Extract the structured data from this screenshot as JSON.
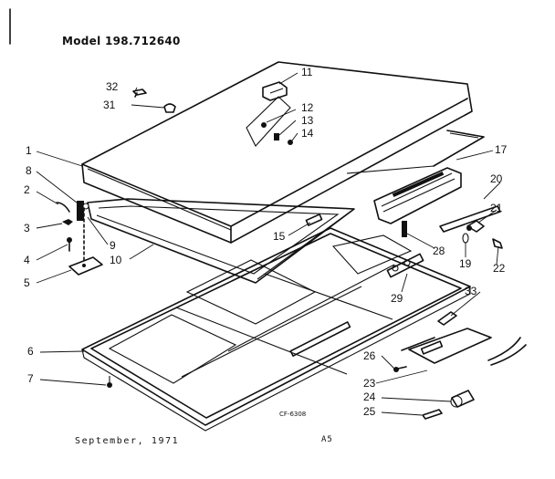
{
  "header": {
    "model": "Model 198.712640"
  },
  "footer": {
    "date": "September, 1971",
    "page": "A5",
    "code": "CF-6308"
  },
  "callouts": [
    {
      "number": "1"
    },
    {
      "number": "2"
    },
    {
      "number": "3"
    },
    {
      "number": "4"
    },
    {
      "number": "5"
    },
    {
      "number": "6"
    },
    {
      "number": "7"
    },
    {
      "number": "8"
    },
    {
      "number": "9"
    },
    {
      "number": "10"
    },
    {
      "number": "11"
    },
    {
      "number": "12"
    },
    {
      "number": "13"
    },
    {
      "number": "14"
    },
    {
      "number": "15"
    },
    {
      "number": "17"
    },
    {
      "number": "19"
    },
    {
      "number": "20"
    },
    {
      "number": "21"
    },
    {
      "number": "22"
    },
    {
      "number": "23"
    },
    {
      "number": "24"
    },
    {
      "number": "25"
    },
    {
      "number": "26"
    },
    {
      "number": "28"
    },
    {
      "number": "29"
    },
    {
      "number": "31"
    },
    {
      "number": "32"
    },
    {
      "number": "33"
    }
  ]
}
